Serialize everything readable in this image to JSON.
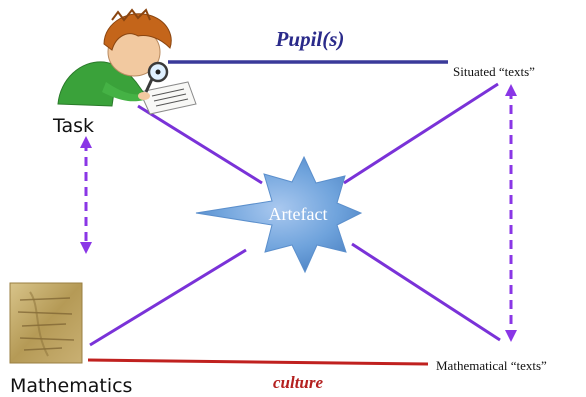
{
  "labels": {
    "pupils": "Pupil(s)",
    "task": "Task",
    "situated_texts": "Situated “texts”",
    "artefact": "Artefact",
    "mathematics": "Mathematics",
    "mathematical_texts": "Mathematical “texts”",
    "culture": "culture"
  },
  "colors": {
    "top_line": "#3a3a9a",
    "diagonal": "#7a32d8",
    "dashed": "#8a36e6",
    "bottom_line": "#c0211f",
    "star_fill": "#6fa3dc",
    "pupils_text": "#2a2a8a",
    "culture_text": "#b4201f"
  },
  "icons": {
    "pupil": "child-with-magnifier-illustration",
    "mathematics": "ancient-papyrus-image"
  }
}
